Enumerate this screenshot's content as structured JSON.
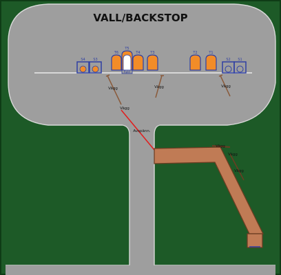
{
  "title": "VALL/BACKSTOP",
  "colors": {
    "grass": "#1d5a27",
    "grass_border": "#0f3c16",
    "gravel": "#9e9e9e",
    "edge_line": "#d8d8d8",
    "tent": "#f28c28",
    "tent_white": "#ffffff",
    "tent_outline": "#2e3fa3",
    "walkway": "#c07b55",
    "walkway_outline": "#6a3d22",
    "pipe": "#8a5a3a",
    "rope": "#e02020"
  },
  "top_labels": [
    "S4",
    "S3",
    "T6",
    "T5",
    "T4",
    "T3",
    "T2",
    "T1",
    "S2",
    "S1"
  ],
  "platform_label": "Rpkt",
  "wall_labels": [
    "Vägg",
    "Vägg",
    "Vägg",
    "Vägg"
  ],
  "rope_label": "Avspänn.",
  "walkway_labels": [
    "Vägg",
    "Vägg",
    "Vägg"
  ]
}
